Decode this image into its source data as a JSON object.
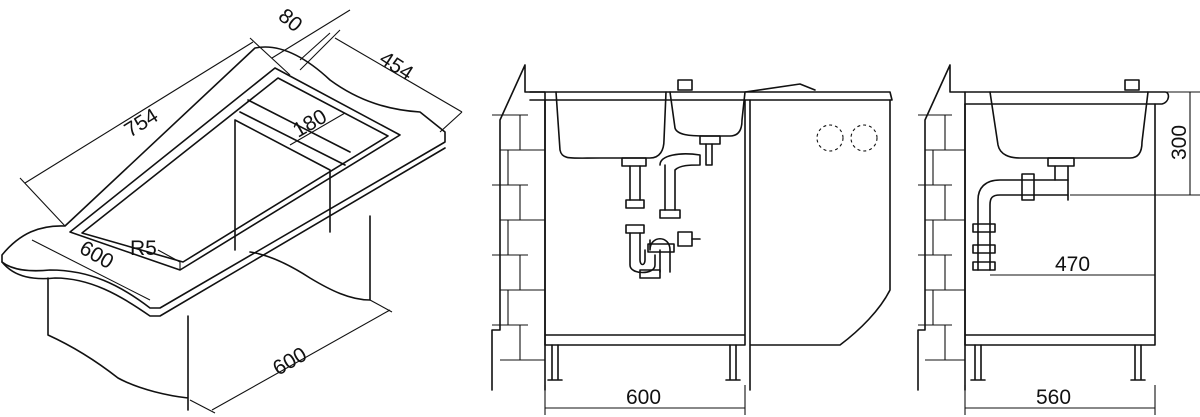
{
  "perspective_view": {
    "dim_length": "754",
    "dim_lip": "80",
    "dim_depth": "454",
    "dim_drainer": "180",
    "dim_radius": "R5",
    "dim_width": "600",
    "dim_cabinet": "600"
  },
  "front_view": {
    "dim_cabinet_width": "600"
  },
  "side_view": {
    "dim_height": "300",
    "dim_outlet": "470",
    "dim_cabinet_depth": "560"
  },
  "colors": {
    "line": "#111111",
    "background": "#ffffff"
  }
}
